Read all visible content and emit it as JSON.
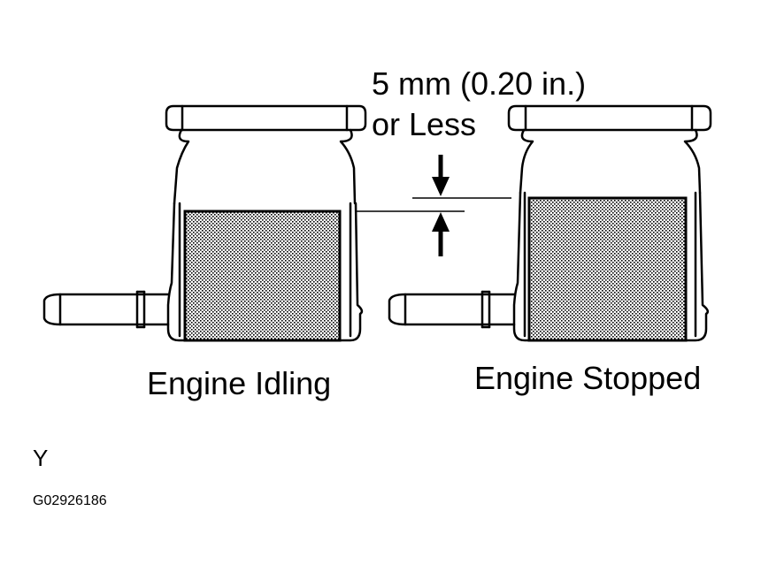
{
  "measurement": {
    "line1": "5 mm (0.20 in.)",
    "line2": "or Less"
  },
  "captions": {
    "left": "Engine Idling",
    "right": "Engine Stopped"
  },
  "view_letter": "Y",
  "figure_code": "G02926186",
  "colors": {
    "ink": "#000000",
    "fluid_fill": "#bdbdbd",
    "background": "#ffffff"
  }
}
